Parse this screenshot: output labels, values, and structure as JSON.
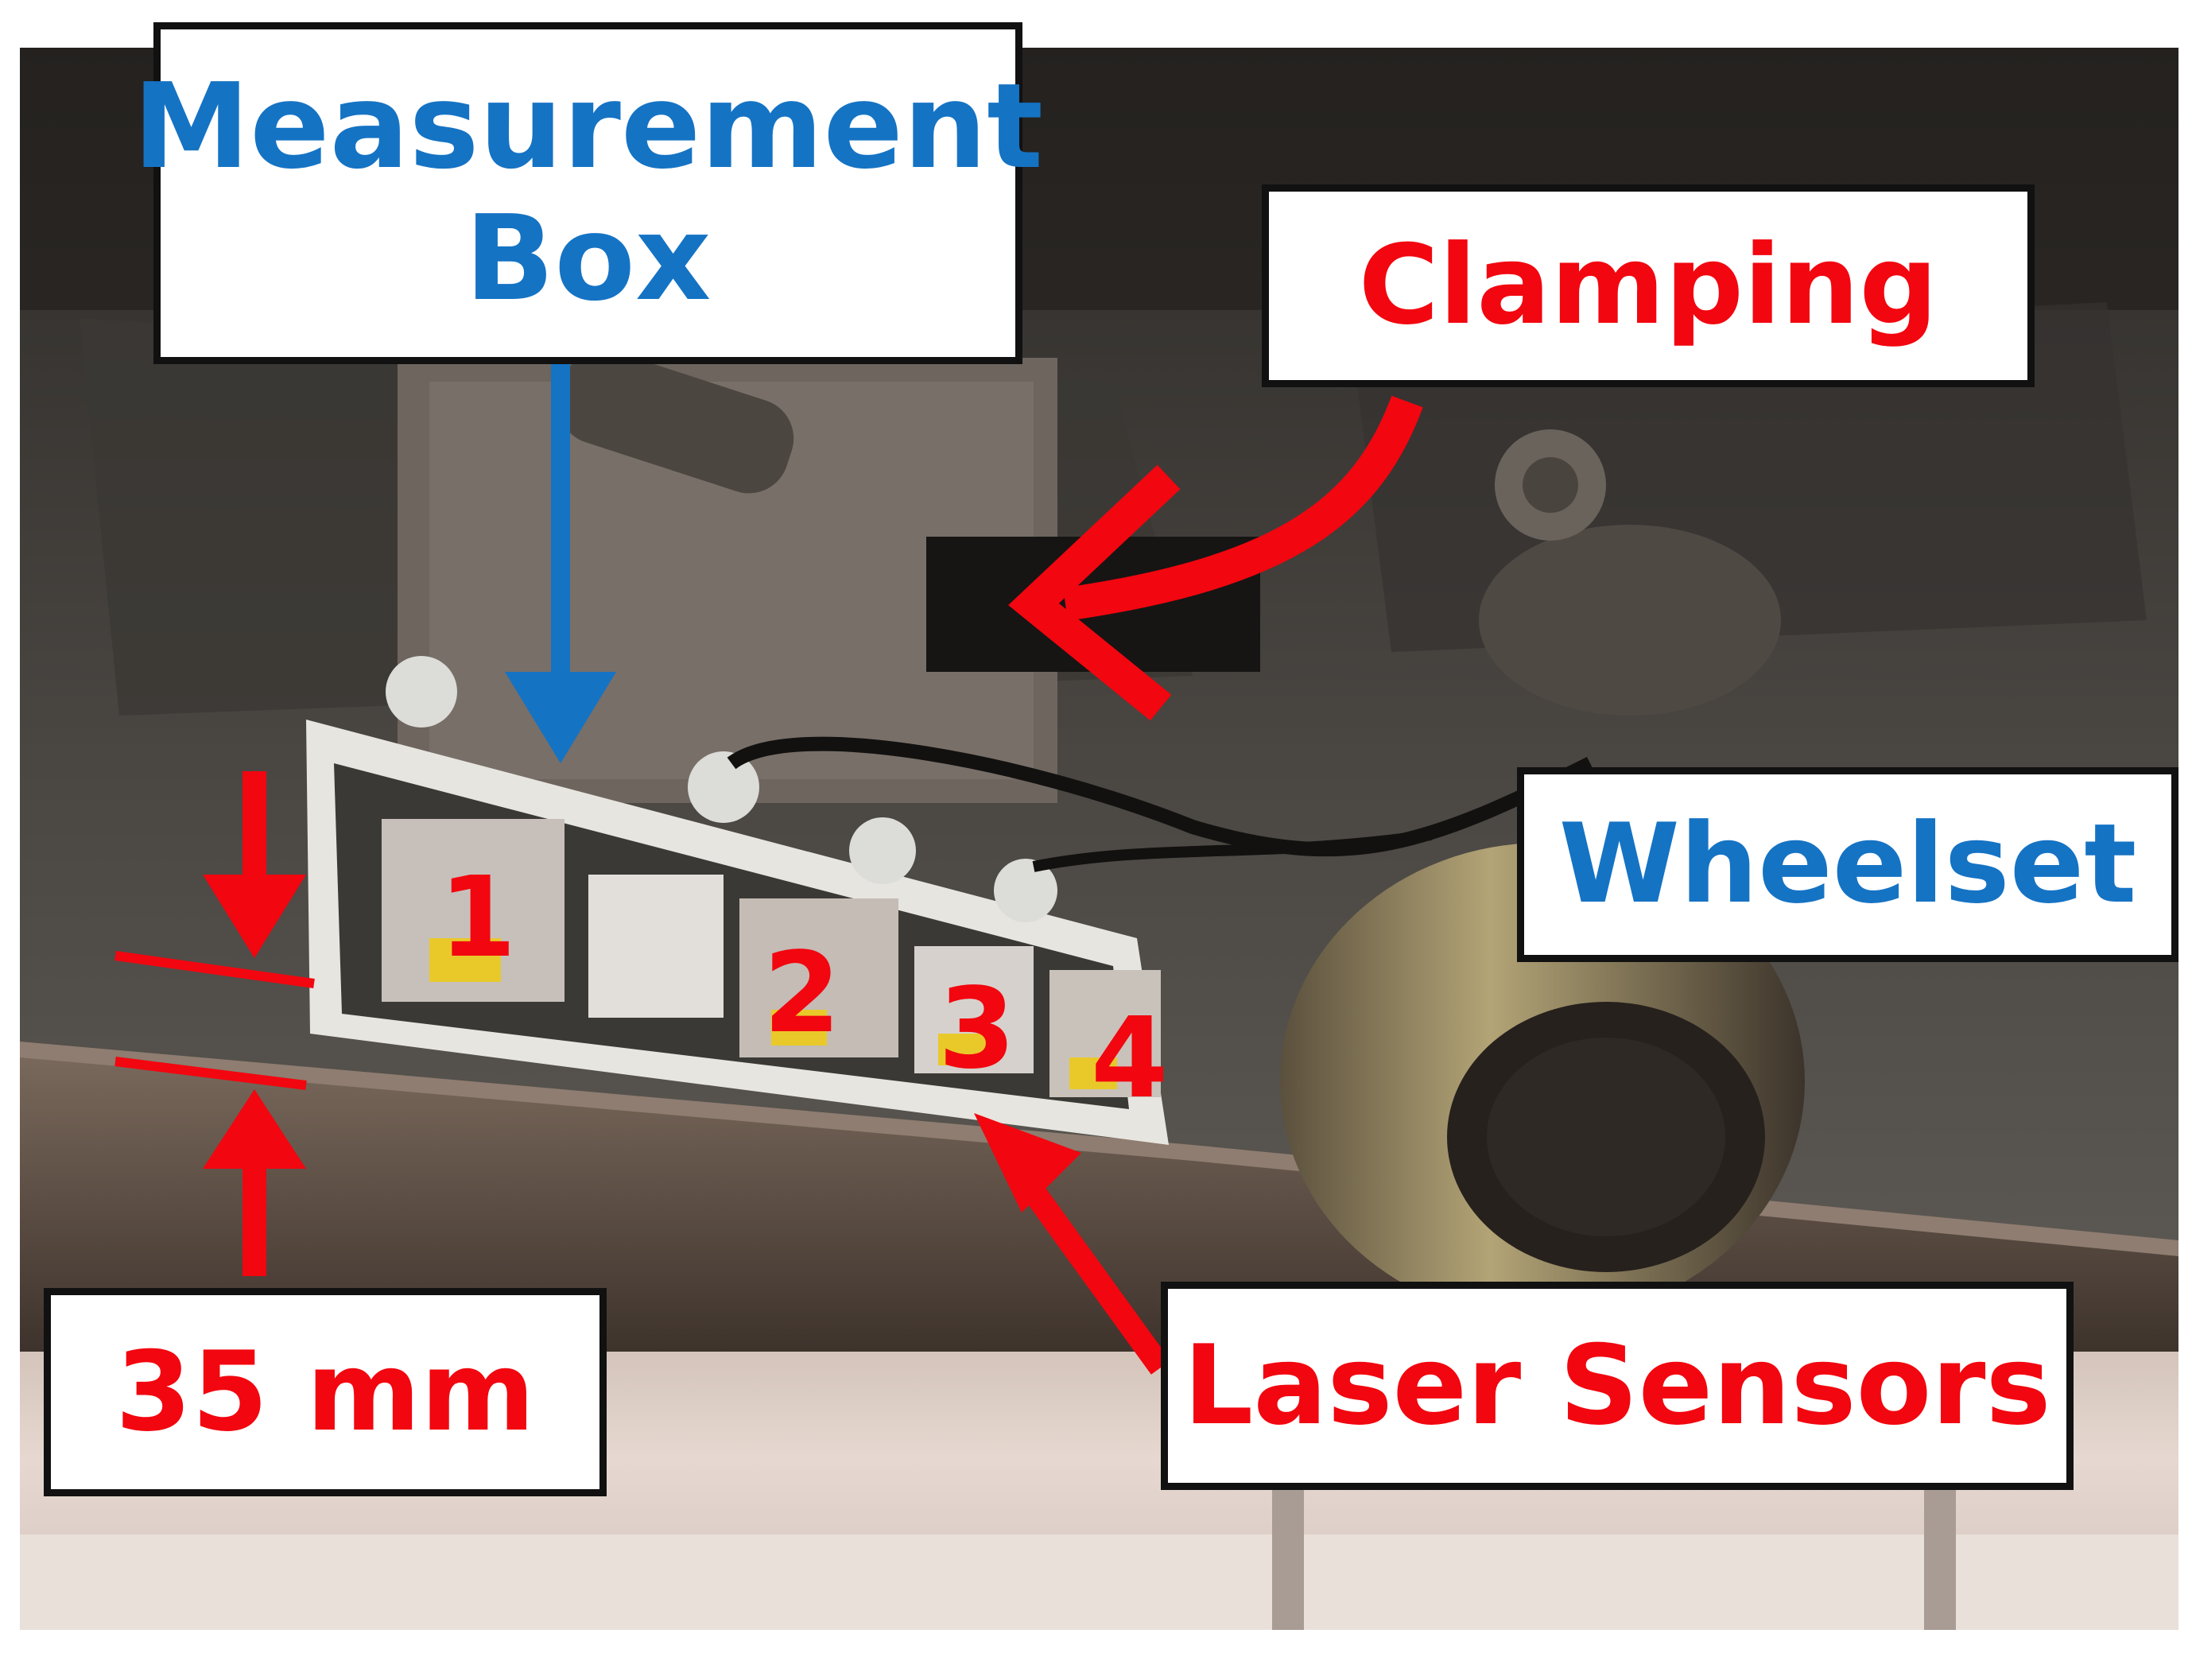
{
  "labels": {
    "measurement_box": "Measurement\nBox",
    "clamping": "Clamping",
    "wheelset": "Wheelset",
    "gap": "35 mm",
    "laser_sensors": "Laser Sensors"
  },
  "sensors": [
    "1",
    "2",
    "3",
    "4"
  ],
  "colors": {
    "blue": "#1573c4",
    "red": "#f2060f",
    "box_border": "#111111"
  }
}
